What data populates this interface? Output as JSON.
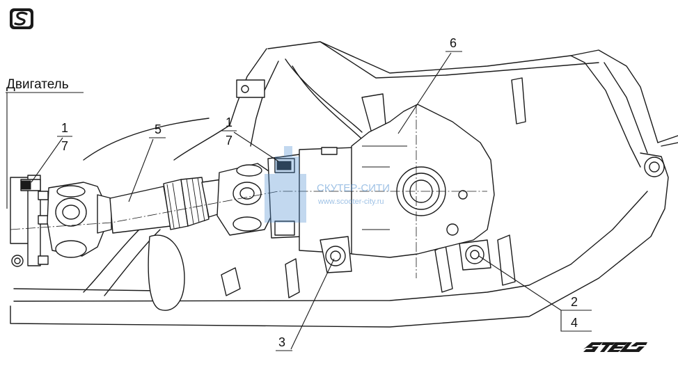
{
  "engine_label": "Двигатель",
  "callouts": {
    "c1a_top": "1",
    "c1a_bottom": "7",
    "c5": "5",
    "c1b_top": "1",
    "c1b_bottom": "7",
    "c6": "6",
    "c3": "3",
    "c2": "2",
    "c4": "4"
  },
  "watermark": {
    "text": "СКУТЕР-СИТИ",
    "url": "www.scooter-city.ru"
  },
  "logos": {
    "top_left": "S",
    "bottom_right": "STELS"
  }
}
